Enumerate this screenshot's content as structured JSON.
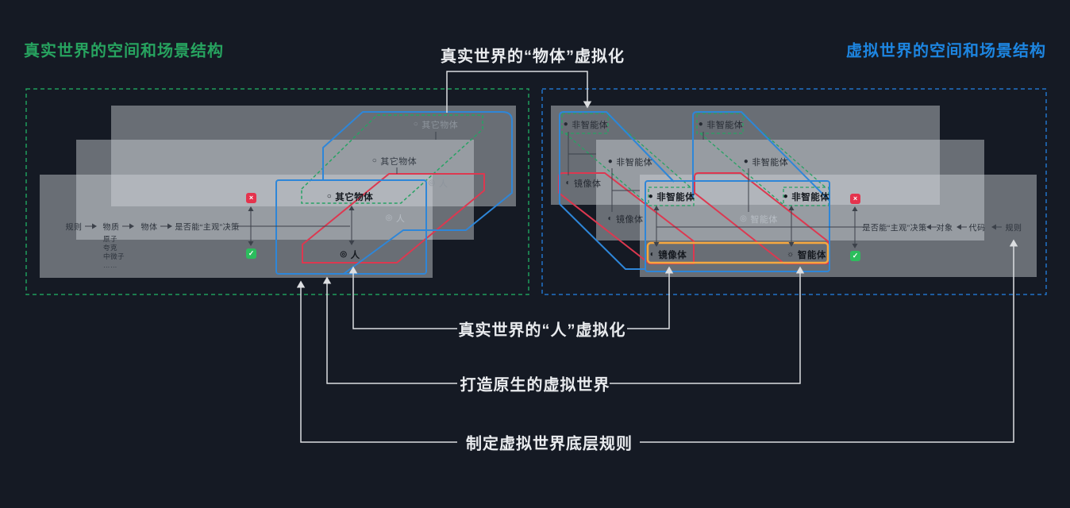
{
  "titles": {
    "left": "真实世界的空间和场景结构",
    "center": "真实世界的“物体”虚拟化",
    "right": "虚拟世界的空间和场景结构"
  },
  "bottom_labels": {
    "person_virtualization": "真实世界的“人”虚拟化",
    "native_world": "打造原生的虚拟世界",
    "base_rules": "制定虚拟世界底层规则"
  },
  "left_diagram": {
    "flow": {
      "rule": "规则",
      "matter": "物质",
      "object": "物体",
      "decision": "是否能“主观”决策"
    },
    "matter_examples": [
      "原子",
      "夸克",
      "中微子",
      "……"
    ],
    "labels": {
      "other": "其它物体",
      "person": "人"
    },
    "icons": {
      "other": "○",
      "person": "◎"
    },
    "badges": {
      "no": "×",
      "yes": "✓"
    }
  },
  "right_diagram": {
    "flow": {
      "decision": "是否能“主观”决策",
      "object": "对象",
      "code": "代码",
      "rule": "规则"
    },
    "labels": {
      "nonagent": "非智能体",
      "mirror": "镜像体",
      "agent": "智能体"
    },
    "icons": {
      "nonagent": "●",
      "mirror": "◐",
      "agent": "☼",
      "agent_faint": "◎"
    },
    "badges": {
      "no": "×",
      "yes": "✓"
    }
  },
  "colors": {
    "bg": "#151a24",
    "real_green": "#27a35f",
    "virtual_blue": "#1d85e0",
    "shape_blue": "#2e86d8",
    "shape_green": "#27a264",
    "shape_red": "#dd3850",
    "shape_orange": "#f5a83f",
    "badge_red": "#e5334d",
    "badge_green": "#2cbd5d",
    "line_dark": "#3c414a",
    "line_white": "#dcdee1",
    "panel_fill": "rgba(208,212,218,0.45)",
    "text_white": "#e9ebee",
    "text_front": "#15191f",
    "text_light": "#8d949c",
    "text_dark": "#343b44",
    "text_dark2": "#262b33",
    "text_faint": "#b7bdc4",
    "text_flow": "#2c323b",
    "dash_green": "#1f9d5c",
    "dash_blue": "#2272c8"
  }
}
